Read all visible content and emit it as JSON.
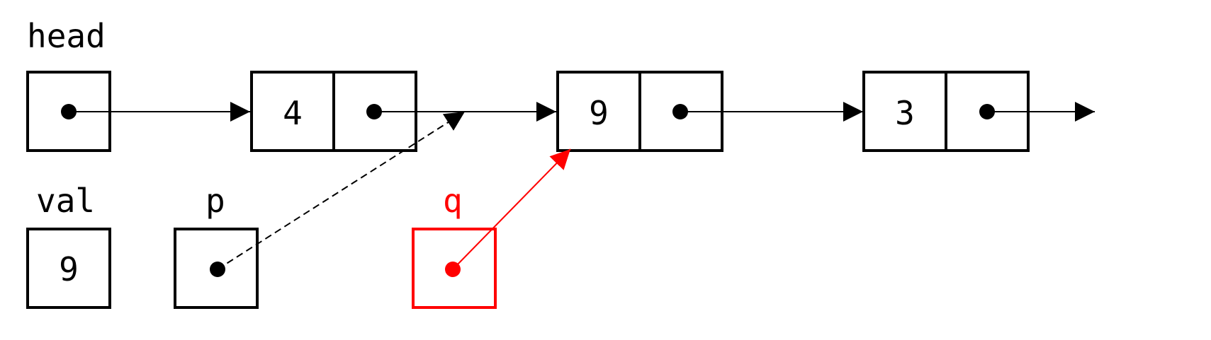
{
  "diagram": {
    "labels": {
      "head": "head",
      "val": "val",
      "p": "p",
      "q": "q"
    },
    "nodes": [
      {
        "value": "4"
      },
      {
        "value": "9"
      },
      {
        "value": "3"
      }
    ],
    "val_box": "9",
    "colors": {
      "default": "#000000",
      "highlight": "#ff0000"
    }
  }
}
